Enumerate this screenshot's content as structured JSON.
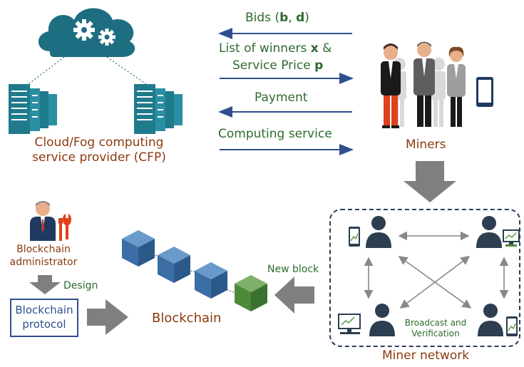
{
  "cfp": {
    "label_line1": "Cloud/Fog computing",
    "label_line2": "service provider (CFP)",
    "cloud_color": "#1E6E82",
    "server_color": "#1F7A8C"
  },
  "flows": {
    "bids_prefix": "Bids (",
    "bids_b": "b",
    "bids_sep": ", ",
    "bids_d": "d",
    "bids_suffix": ")",
    "winners_line1_prefix": "List of winners ",
    "winners_x": "x",
    "winners_line1_suffix": " &",
    "winners_line2_prefix": "Service Price ",
    "winners_p": "p",
    "payment": "Payment",
    "computing": "Computing service",
    "arrow_color": "#2F4F8F"
  },
  "miners": {
    "label": "Miners"
  },
  "admin": {
    "label_line1": "Blockchain",
    "label_line2": "administrator",
    "design": "Design"
  },
  "protocol": {
    "line1": "Blockchain",
    "line2": "protocol"
  },
  "blockchain": {
    "label": "Blockchain",
    "new_block": "New block",
    "block_color": "#3A6EA5",
    "new_block_color": "#4C8A3A"
  },
  "network": {
    "broadcast_line1": "Broadcast and",
    "broadcast_line2": "Verification",
    "label": "Miner network"
  },
  "colors": {
    "brown_text": "#8B3A0F",
    "green_text": "#2E6B2E",
    "gray_arrow": "#7F7F7F",
    "person_dark": "#2C3E50"
  }
}
